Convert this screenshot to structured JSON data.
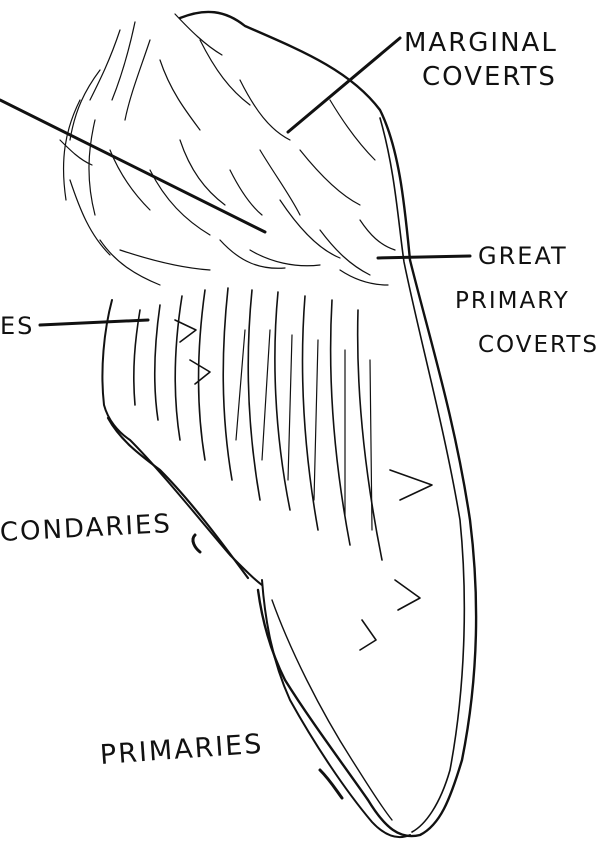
{
  "labels": {
    "marginal_coverts_line1": "MARGINAL",
    "marginal_coverts_line2": "COVERTS",
    "great_primary_coverts_line1": "GREAT",
    "great_primary_coverts_line2": "PRIMARY",
    "great_primary_coverts_line3": "COVERTS",
    "tertiaries_partial": "ES",
    "secondaries_partial": "CONDARIES",
    "primaries": "PRIMARIES"
  },
  "colors": {
    "ink": "#111111",
    "paper": "#ffffff"
  }
}
